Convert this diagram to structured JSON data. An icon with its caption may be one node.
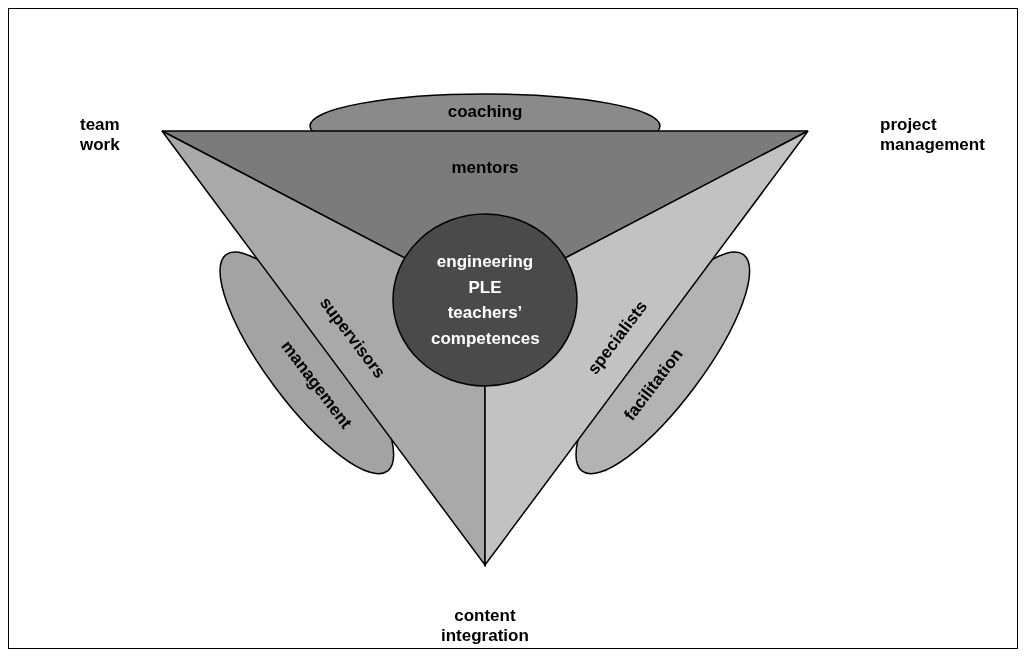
{
  "diagram": {
    "nodes": [
      {
        "text": [
          "coaching"
        ]
      },
      {
        "text": [
          "management"
        ]
      },
      {
        "text": [
          "facilitation"
        ]
      },
      {
        "text": [
          "mentors"
        ]
      },
      {
        "text": [
          "supervisors"
        ]
      },
      {
        "text": [
          "specialists"
        ]
      },
      {
        "text": [
          "engineering PLE teachers’ competences"
        ]
      }
    ],
    "edges": [],
    "labels": [
      "team work",
      "project management",
      "content integration"
    ]
  }
}
